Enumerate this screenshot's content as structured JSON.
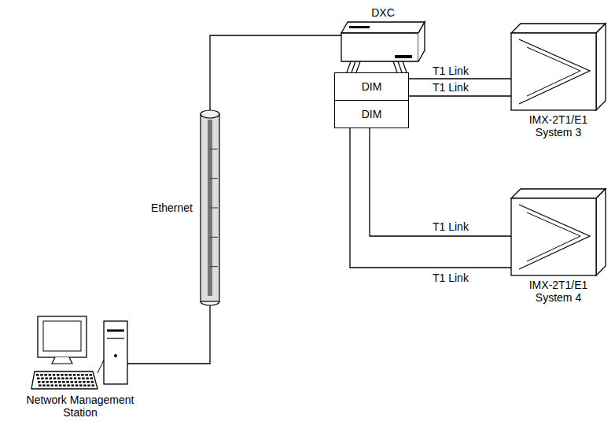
{
  "diagram": {
    "nodes": [
      {
        "text": [
          "DXC"
        ]
      },
      {
        "text": [
          "DIM"
        ]
      },
      {
        "text": [
          "DIM"
        ]
      },
      {
        "text": [
          "IMX-2T1/E1 System 3"
        ]
      },
      {
        "text": [
          "IMX-2T1/E1 System 4"
        ]
      },
      {
        "text": [
          "Ethernet"
        ]
      },
      {
        "text": [
          "Network Management Station"
        ]
      }
    ],
    "edges": [
      {
        "from": 0,
        "to": 5,
        "arrow": "none"
      },
      {
        "from": 5,
        "to": 6,
        "arrow": "none"
      },
      {
        "from": 1,
        "to": 3,
        "label": "T1 Link",
        "arrow": "none"
      },
      {
        "from": 1,
        "to": 3,
        "label": "T1 Link",
        "arrow": "none"
      },
      {
        "from": 2,
        "to": 4,
        "label": "T1 Link",
        "arrow": "none"
      },
      {
        "from": 2,
        "to": 4,
        "label": "T1 Link",
        "arrow": "none"
      }
    ]
  }
}
